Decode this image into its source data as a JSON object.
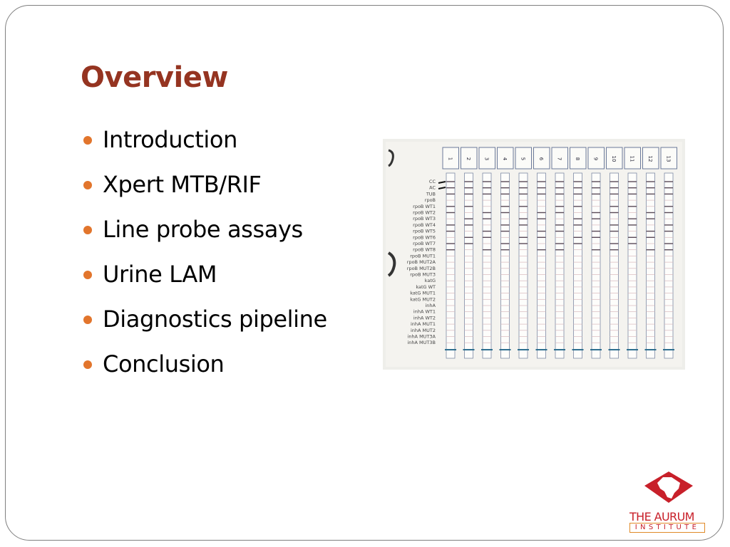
{
  "slide": {
    "title": "Overview",
    "bullets": [
      "Introduction",
      "Xpert MTB/RIF",
      "Line probe assays",
      "Urine LAM",
      "Diagnostics pipeline",
      "Conclusion"
    ]
  },
  "figure": {
    "description_icon": "line-probe-assay-strips-image",
    "lane_numbers": [
      "1",
      "2",
      "3",
      "4",
      "5",
      "6",
      "7",
      "8",
      "9",
      "10",
      "11",
      "12",
      "13"
    ],
    "row_labels": [
      "CC",
      "AC",
      "TUB",
      "rpoB",
      "rpoB WT1",
      "rpoB WT2",
      "rpoB WT3",
      "rpoB WT4",
      "rpoB WT5",
      "rpoB WT6",
      "rpoB WT7",
      "rpoB WT8",
      "rpoB MUT1",
      "rpoB MUT2A",
      "rpoB MUT2B",
      "rpoB MUT3",
      "katG",
      "katG WT",
      "katG MUT1",
      "katG MUT2",
      "inhA",
      "inhA WT1",
      "inhA WT2",
      "inhA MUT1",
      "inhA MUT2",
      "inhA MUT3A",
      "inhA MUT3B"
    ]
  },
  "logo": {
    "name": "THE AURUM",
    "sub": "INSTITUTE",
    "icon": "africa-map-icon",
    "colors": {
      "red": "#c8202a",
      "orange": "#e08a28"
    }
  },
  "colors": {
    "title": "#953421",
    "bullet": "#e2752c",
    "frame": "#7f7f7f"
  }
}
